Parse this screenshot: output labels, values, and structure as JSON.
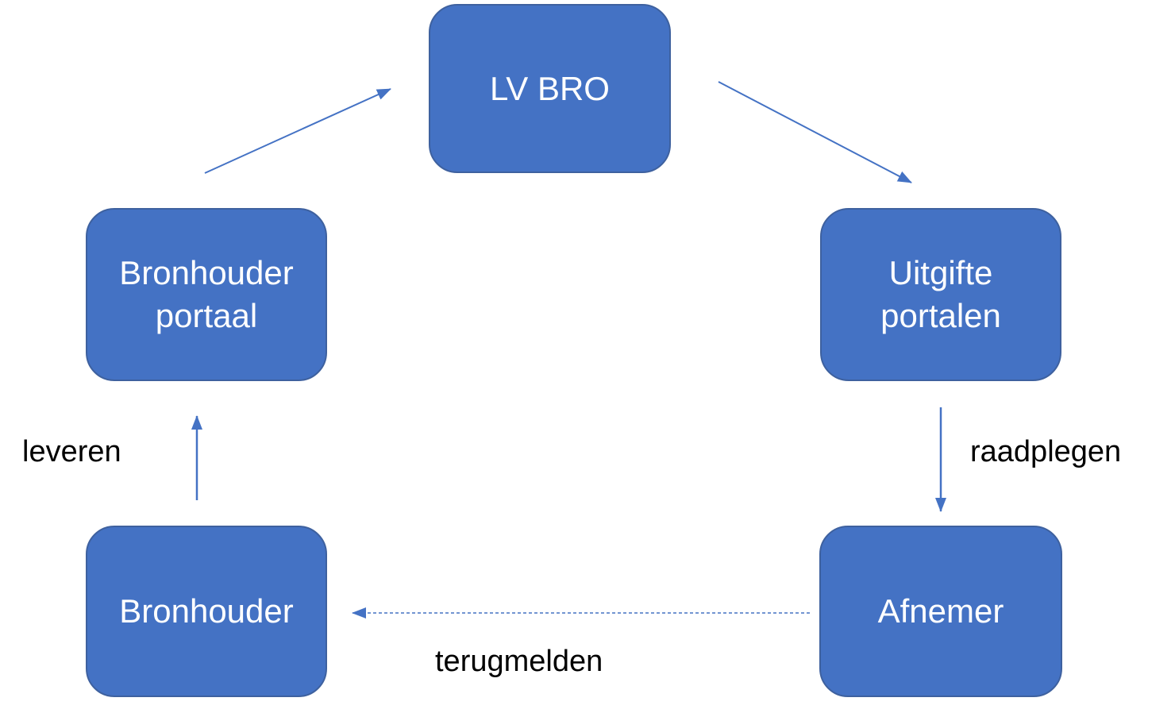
{
  "diagram": {
    "type": "flow-cycle",
    "nodes": [
      {
        "id": "lv-bro",
        "label": "LV BRO"
      },
      {
        "id": "bronhouder-portaal",
        "label": "Bronhouder portaal"
      },
      {
        "id": "uitgifte-portalen",
        "label": "Uitgifte portalen"
      },
      {
        "id": "bronhouder",
        "label": "Bronhouder"
      },
      {
        "id": "afnemer",
        "label": "Afnemer"
      }
    ],
    "edges": [
      {
        "from": "bronhouder-portaal",
        "to": "lv-bro",
        "style": "solid",
        "label": ""
      },
      {
        "from": "lv-bro",
        "to": "uitgifte-portalen",
        "style": "solid",
        "label": ""
      },
      {
        "from": "uitgifte-portalen",
        "to": "afnemer",
        "style": "solid",
        "label": "raadplegen"
      },
      {
        "from": "afnemer",
        "to": "bronhouder",
        "style": "dashed",
        "label": "terugmelden"
      },
      {
        "from": "bronhouder",
        "to": "bronhouder-portaal",
        "style": "solid",
        "label": "leveren"
      }
    ],
    "colors": {
      "node_fill": "#4472C4",
      "node_border": "#3E619F",
      "node_text": "#FFFFFF",
      "arrow": "#4472C4",
      "label_text": "#000000",
      "background": "#FFFFFF"
    }
  }
}
